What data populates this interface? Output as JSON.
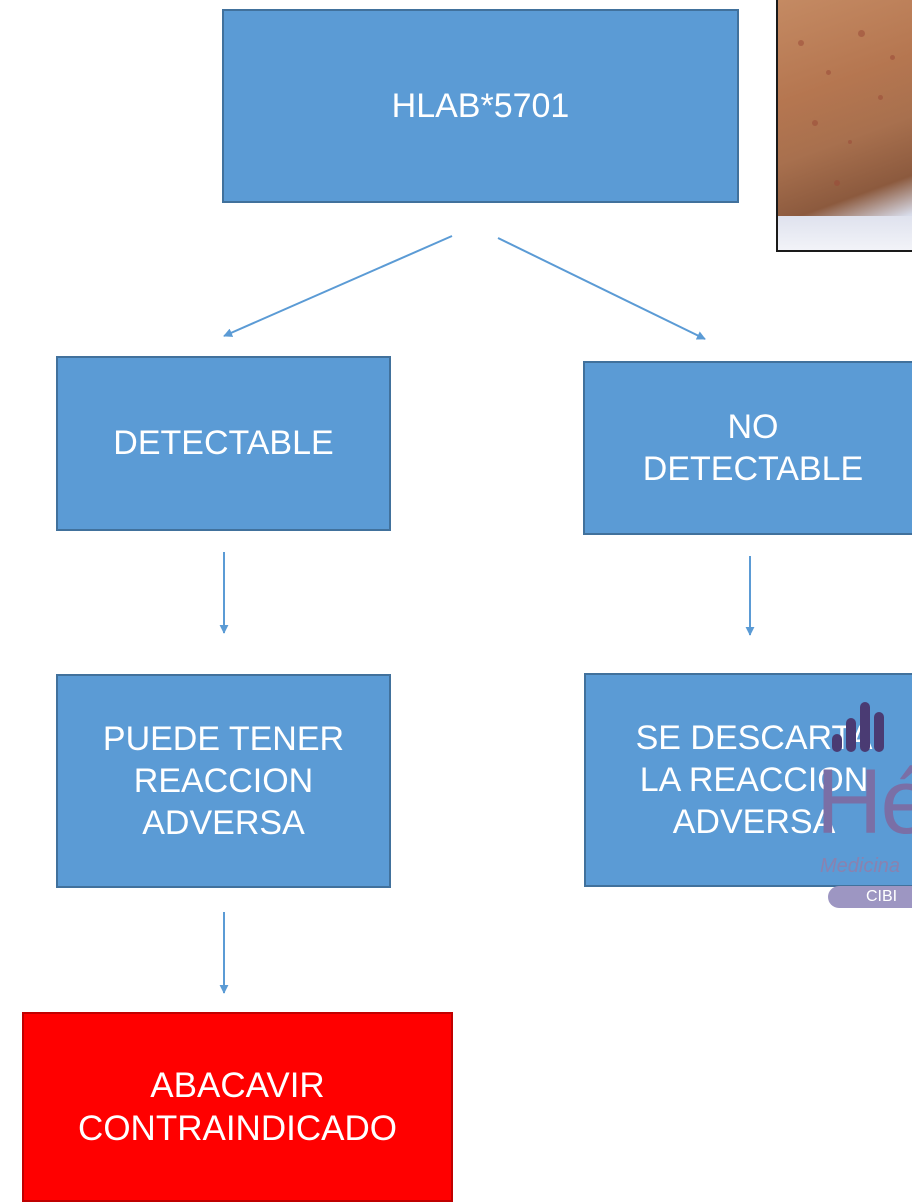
{
  "diagram": {
    "root": "HLAB*5701",
    "branch_left": "DETECTABLE",
    "branch_right": "NO\nDETECTABLE",
    "outcome_left": "PUEDE TENER\nREACCION\nADVERSA",
    "outcome_right": "SE DESCARTA\nLA REACCION\nADVERSA",
    "final_left": "ABACAVIR\nCONTRAINDICADO"
  },
  "logo": {
    "mark": "Hé",
    "subtitle": "Medicina",
    "badge": "CIBI"
  },
  "colors": {
    "box_fill": "#5b9bd5",
    "box_border": "#41719c",
    "arrow": "#5b9bd5",
    "alert_fill": "#ff0000",
    "logo_purple": "#7a6fa6"
  },
  "icons": {
    "photo": "patient-skin-rash-photo",
    "logo": "hospital-logo"
  }
}
